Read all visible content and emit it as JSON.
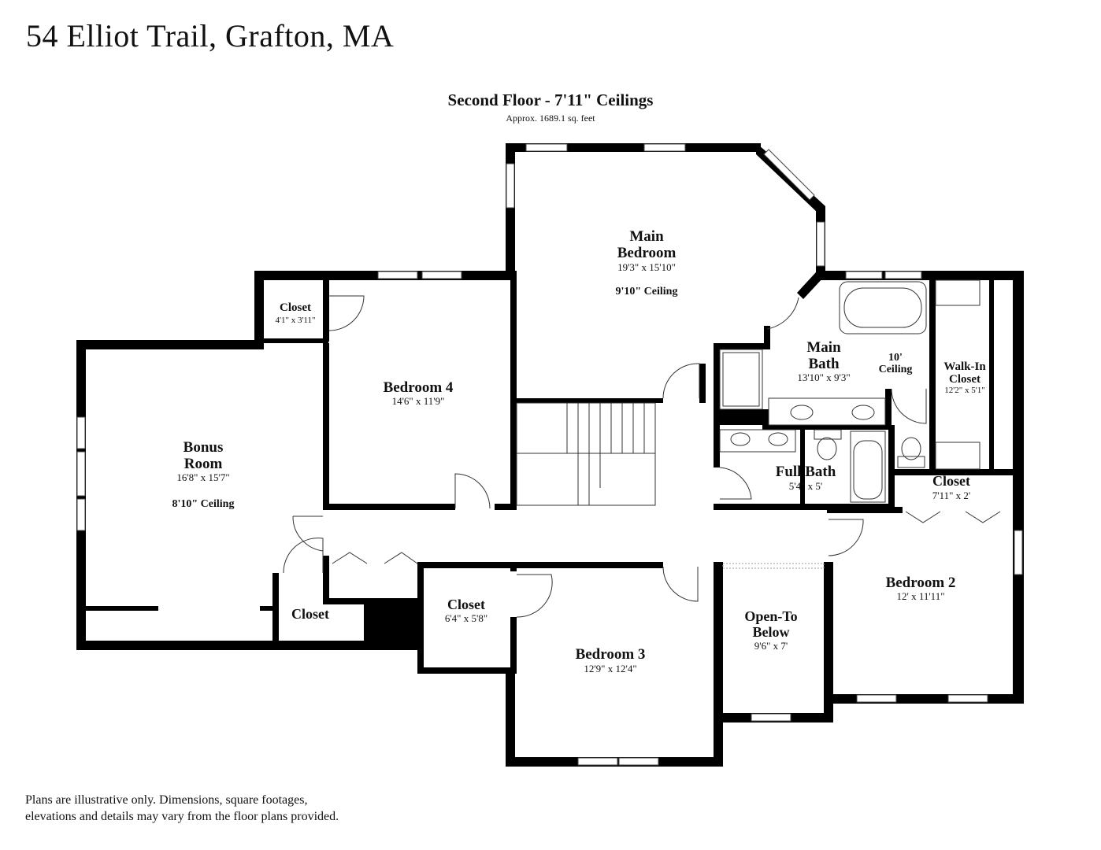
{
  "header": {
    "address": "54 Elliot Trail, Grafton, MA"
  },
  "floor": {
    "title": "Second Floor - 7'11\" Ceilings",
    "area": "Approx. 1689.1 sq. feet"
  },
  "rooms": {
    "main_bedroom": {
      "name_line1": "Main",
      "name_line2": "Bedroom",
      "dims": "19'3\" x 15'10\"",
      "ceiling": "9'10\" Ceiling"
    },
    "bedroom4": {
      "name": "Bedroom 4",
      "dims": "14'6\" x 11'9\""
    },
    "closet_b4": {
      "name": "Closet",
      "dims": "4'1\" x 3'11\""
    },
    "bonus_room": {
      "name_line1": "Bonus",
      "name_line2": "Room",
      "dims": "16'8\" x 15'7\"",
      "ceiling": "8'10\" Ceiling"
    },
    "closet_hall": {
      "name": "Closet"
    },
    "closet_b3": {
      "name": "Closet",
      "dims": "6'4\" x 5'8\""
    },
    "bedroom3": {
      "name": "Bedroom 3",
      "dims": "12'9\" x 12'4\""
    },
    "open_to_below": {
      "name_line1": "Open-To",
      "name_line2": "Below",
      "dims": "9'6\" x 7'"
    },
    "bedroom2": {
      "name": "Bedroom 2",
      "dims": "12' x 11'11\""
    },
    "closet_b2": {
      "name": "Closet",
      "dims": "7'11\" x 2'"
    },
    "main_bath": {
      "name_line1": "Main",
      "name_line2": "Bath",
      "dims": "13'10\" x 9'3\"",
      "ceiling_line1": "10'",
      "ceiling_line2": "Ceiling"
    },
    "walk_in_closet": {
      "name_line1": "Walk-In",
      "name_line2": "Closet",
      "dims": "12'2\" x 5'1\""
    },
    "full_bath": {
      "name": "Full Bath",
      "dims": "5'4\" x 5'"
    }
  },
  "footer": {
    "disclaimer_line1": "Plans are illustrative only. Dimensions, square footages,",
    "disclaimer_line2": "elevations and details may vary from the floor plans provided."
  }
}
